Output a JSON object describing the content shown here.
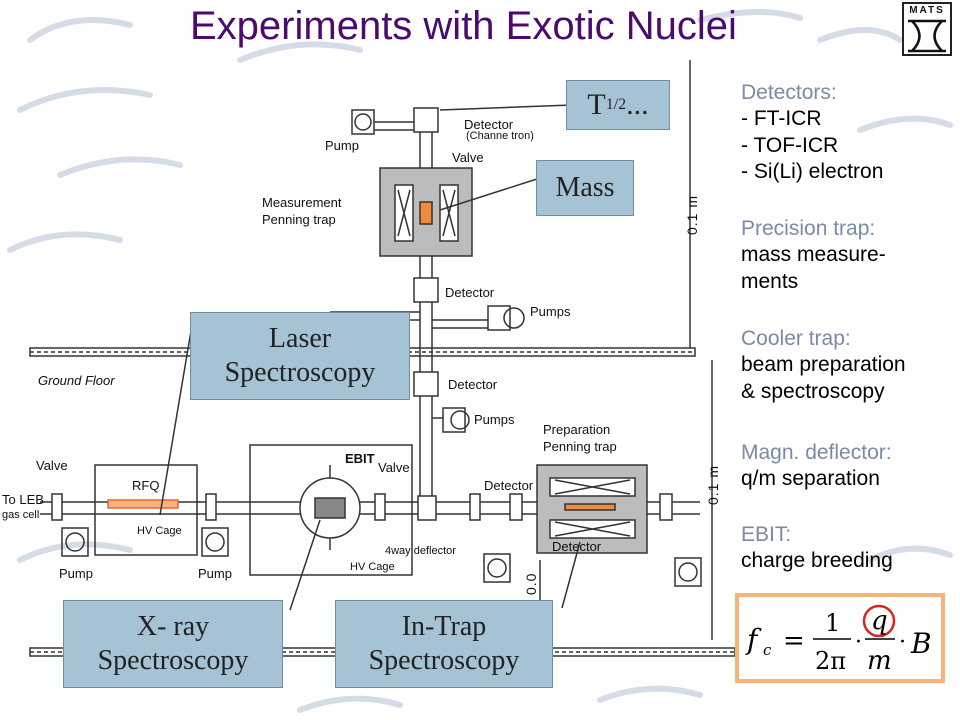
{
  "title": "Experiments with Exotic Nuclei",
  "logo": "MATS",
  "callouts": {
    "half_life": "T",
    "half_life_sub": "1/2",
    "half_life_suffix": " ...",
    "mass": "Mass",
    "laser": [
      "Laser",
      "Spectroscopy"
    ],
    "xray": [
      "X- ray",
      "Spectroscopy"
    ],
    "intrap": [
      "In-Trap",
      "Spectroscopy"
    ]
  },
  "side_text": {
    "detectors_title": "Detectors:",
    "detectors": [
      "- FT-ICR",
      "- TOF-ICR",
      "- Si(Li) electron"
    ],
    "precision_title": "Precision trap:",
    "precision": [
      "mass measure-",
      "ments"
    ],
    "cooler_title": "Cooler trap:",
    "cooler": [
      "beam preparation",
      "& spectroscopy"
    ],
    "deflector_title": "Magn. deflector:",
    "deflector": "q/m separation",
    "ebit_title": "EBIT:",
    "ebit": "charge breeding"
  },
  "diagram_labels": {
    "pump_top": "Pump",
    "detector_top": "Detector",
    "channeltron": "(Channe tron)",
    "valve_top": "Valve",
    "measurement_trap": [
      "Measurement",
      "Penning trap"
    ],
    "detector_mid": "Detector",
    "pumps_mid": "Pumps",
    "ground_floor": "Ground Floor",
    "detector_lower": "Detector",
    "pumps_lower": "Pumps",
    "preparation_trap": [
      "Preparation",
      "Penning trap"
    ],
    "ebit": "EBIT",
    "valve_ebit": "Valve",
    "valve_left": "Valve",
    "rfq": "RFQ",
    "hv_cage_rfq": "HV Cage",
    "to_leb": [
      "To LEB",
      "gas cell"
    ],
    "detector_right": "Detector",
    "detector_prep": "Detector",
    "fourway": "4way deflector",
    "hv_cage_ebit": "HV Cage",
    "pump_left": "Pump",
    "pump_mid": "Pump"
  },
  "measurements": {
    "upper": "0.1 m",
    "lower": "0.1 m",
    "zero": "0.0"
  },
  "formula": {
    "lhs": "f",
    "lhs_sub": "c",
    "eq": "=",
    "num1": "1",
    "den1": "2π",
    "dot": "·",
    "num2": "q",
    "den2": "m",
    "dot2": "·",
    "rhs": "B"
  },
  "colors": {
    "title": "#4b0a6e",
    "callout_fill": "#a6c3d6",
    "side_heading": "#7a8aa6",
    "formula_border": "#f6b47c",
    "q_circle": "#d9261c"
  }
}
